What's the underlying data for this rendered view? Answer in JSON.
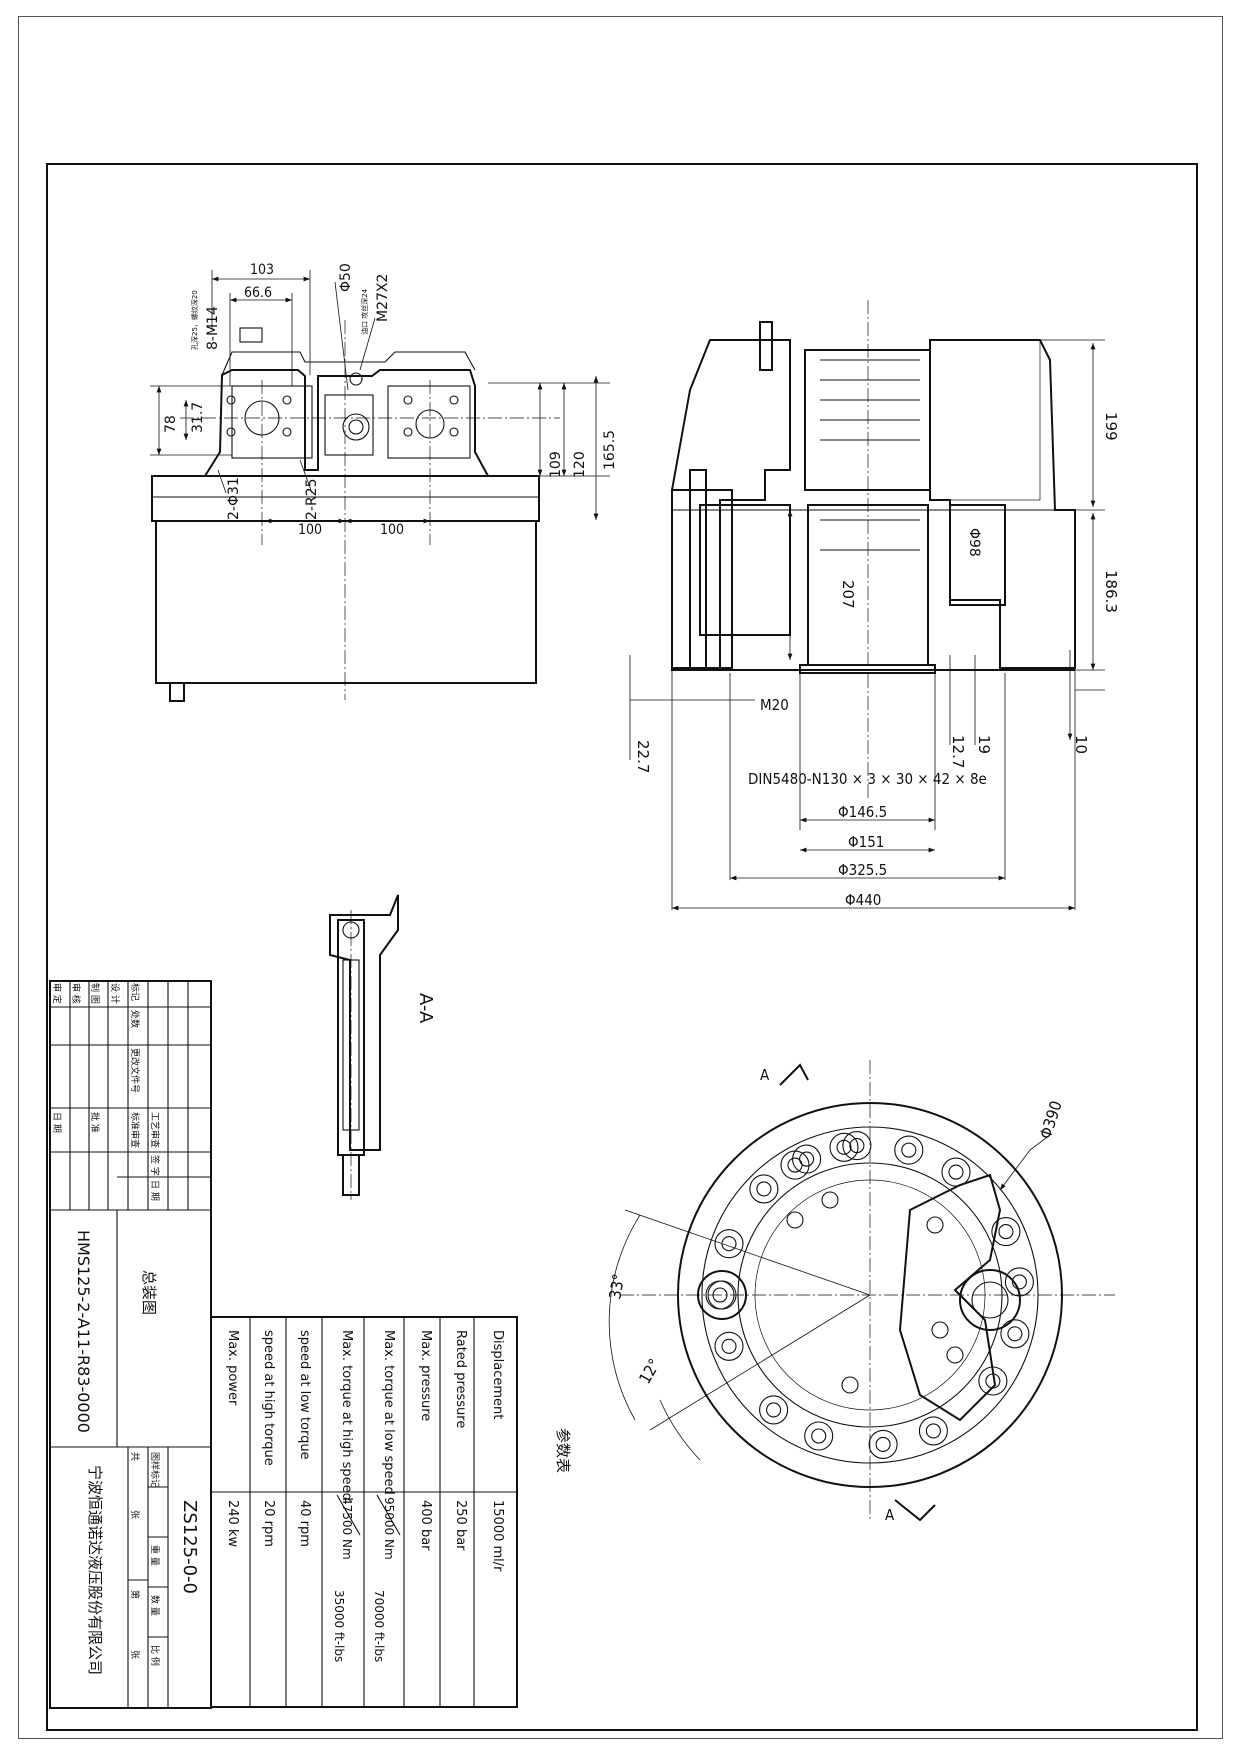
{
  "drawing": {
    "front_view": {
      "dims": {
        "d103": "103",
        "d66_6": "66.6",
        "bolt_holes": "8-M14",
        "bolt_note": "孔深25，螺纹深20",
        "phi50": "Φ50",
        "m27": "M27X2",
        "m27_note": "油口 攻丝深24",
        "d78": "78",
        "d31_7": "31.7",
        "d109": "109",
        "d120": "120",
        "d165_5": "165.5",
        "holes_2phi31": "2-Φ31",
        "radius_2r25": "2-R25",
        "d100_left": "100",
        "d100_right": "100"
      }
    },
    "section_view": {
      "dims": {
        "d199": "199",
        "d186_3": "186.3",
        "d207": "207",
        "phi98": "Φ98",
        "m20": "M20",
        "d22_7": "22.7",
        "d12_7": "12.7",
        "d19": "19",
        "d10": "10",
        "spline": "DIN5480-N130 × 3 × 30 × 42 × 8e",
        "phi146_5": "Φ146.5",
        "phi151": "Φ151",
        "phi325_5": "Φ325.5",
        "phi440": "Φ440"
      }
    },
    "detail_view": {
      "label": "A-A"
    },
    "bottom_view": {
      "phi390": "Φ390",
      "angle33": "33°",
      "angle12": "12°",
      "section_mark_top": "A",
      "section_mark_bottom": "A"
    }
  },
  "params_table": {
    "caption": "参数表",
    "rows": [
      {
        "label": "Displacement",
        "value": "15000 ml/r"
      },
      {
        "label": "Rated pressure",
        "value": "250 bar"
      },
      {
        "label": "Max. pressure",
        "value": "400 bar"
      },
      {
        "label": "Max. torque at low speed",
        "value": "95000 Nm",
        "value2": "70000 ft-lbs"
      },
      {
        "label": "Max. torque at high speed",
        "value": "47500 Nm",
        "value2": "35000 ft-lbs"
      },
      {
        "label": "speed at low torque",
        "value": "40 rpm"
      },
      {
        "label": "speed at high torque",
        "value": "20 rpm"
      },
      {
        "label": "Max. power",
        "value": "240 kw"
      }
    ]
  },
  "title_block": {
    "drawing_name": "总装图",
    "part_number": "HMS125-2-A11-R83-0000",
    "drawing_number": "ZS125-0-0",
    "company": "宁波恒通诺达液压股份有限公司",
    "labels": {
      "mark": "标记",
      "qty": "处数",
      "change_doc": "更改文件号",
      "sign": "签 字",
      "date": "日 期",
      "design": "设 计",
      "draw": "制 图",
      "check": "审 核",
      "review": "审 定",
      "std": "标准审查",
      "process": "工艺审查",
      "approve": "批 准",
      "date2": "日 期",
      "stage": "图样标记",
      "weight": "重 量",
      "count": "数 量",
      "scale": "比 例",
      "total": "共",
      "sheet_unit": "张",
      "page": "第",
      "page_unit": "张"
    }
  }
}
